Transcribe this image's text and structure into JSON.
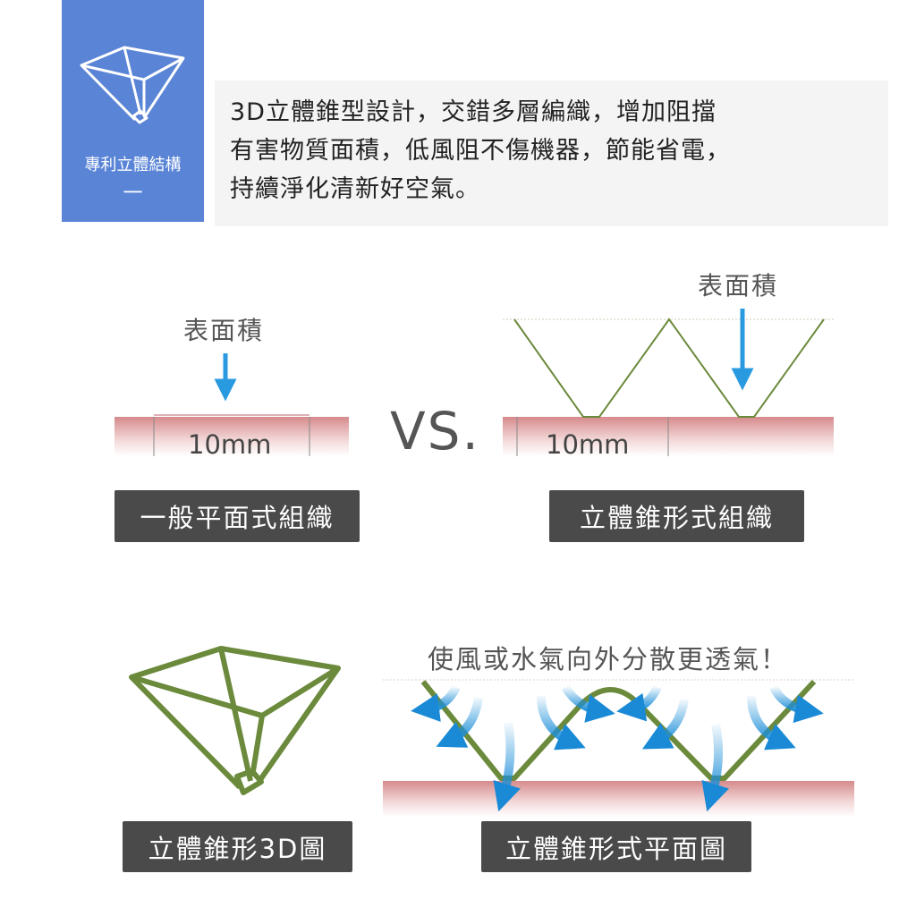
{
  "header": {
    "badge_title": "專利立體結構",
    "badge_number": "一",
    "badge_icon": "pyramid-icon",
    "description": [
      "3D立體錐型設計，交錯多層編織，增加阻擋",
      "有害物質面積，低風阻不傷機器，節能省電，",
      "持續淨化清新好空氣。"
    ]
  },
  "comparison": {
    "left": {
      "surface_label": "表面積",
      "thickness": "10mm",
      "tag": "一般平面式組織"
    },
    "vs": "VS.",
    "right": {
      "surface_label": "表面積",
      "thickness": "10mm",
      "tag": "立體錐形式組織"
    }
  },
  "bottom": {
    "left_tag": "立體錐形3D圖",
    "right_title": "使風或水氣向外分散更透氣！",
    "right_tag": "立體錐形式平面圖"
  },
  "colors": {
    "blue": "#5a84d6",
    "green": "#6b8a3c",
    "arrow": "#1e8fd8",
    "tag": "#4a4a4a"
  }
}
